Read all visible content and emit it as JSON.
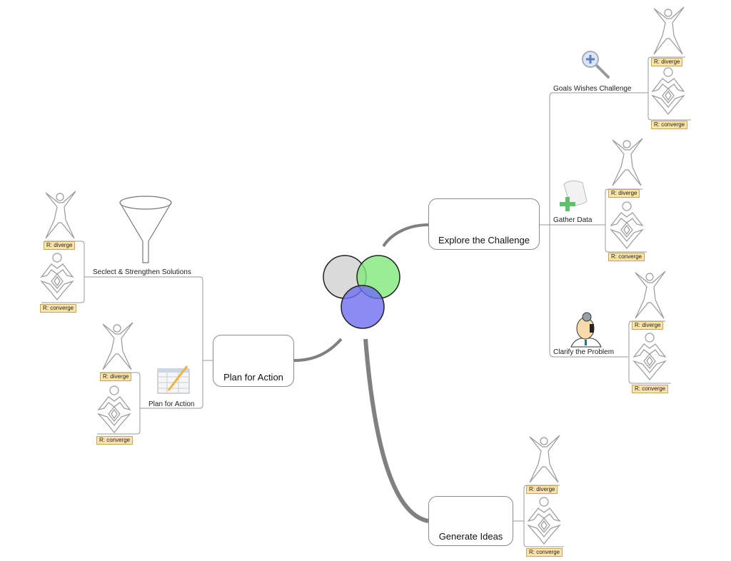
{
  "central": {
    "name": "venn-logo",
    "circles": [
      {
        "name": "gray-circle",
        "color": "#d8d8d8"
      },
      {
        "name": "green-circle",
        "color": "#8ef08a"
      },
      {
        "name": "blue-circle",
        "color": "#7f7ff0"
      }
    ]
  },
  "main_topics": {
    "explore": {
      "label": "Explore the Challenge",
      "icon": "binoculars-icon"
    },
    "plan": {
      "label": "Plan for Action",
      "icon": "clapperboard-icon"
    },
    "generate": {
      "label": "Generate Ideas",
      "icon": "thinking-head-icon"
    }
  },
  "subtopics": {
    "goals": {
      "label": "Goals Wishes Challenge",
      "icon": "magnifier-plus-icon"
    },
    "gather": {
      "label": "Gather Data",
      "icon": "scroll-add-icon"
    },
    "clarify": {
      "label": "Clarify the Problem",
      "icon": "doctor-examining-icon"
    },
    "select": {
      "label": "Seclect & Strengthen Solutions",
      "icon": "funnel-icon"
    },
    "plan_sub": {
      "label": "Plan for Action",
      "icon": "spreadsheet-pencil-icon"
    }
  },
  "tags": {
    "diverge": "R: diverge",
    "converge": "R: converge"
  },
  "colors": {
    "connector": "#808080",
    "tag_bg": "#fde4a8",
    "tag_border": "#c9a45c"
  }
}
